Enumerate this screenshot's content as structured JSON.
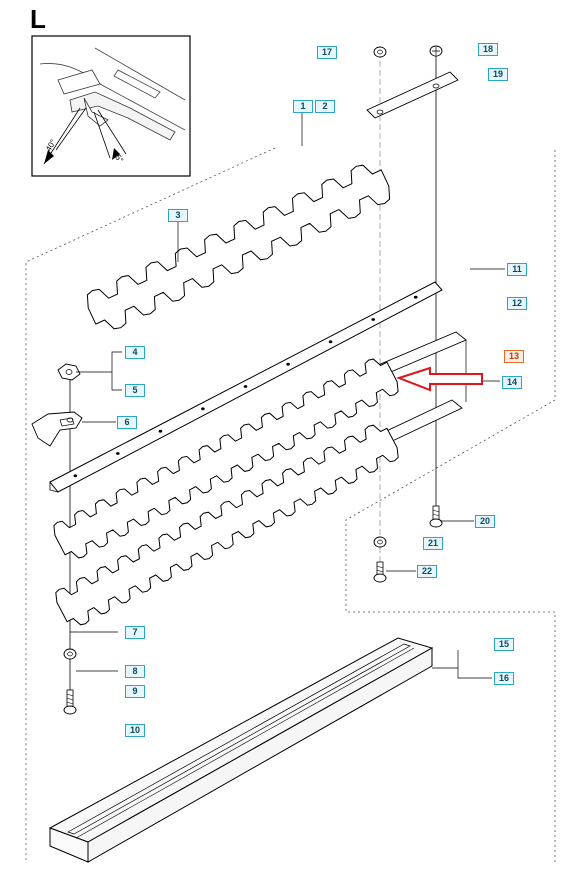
{
  "section": {
    "letter": "L"
  },
  "inset": {
    "angle_a": "40°",
    "angle_b": "45°"
  },
  "callouts": [
    {
      "id": "c1",
      "label": "1"
    },
    {
      "id": "c2",
      "label": "2"
    },
    {
      "id": "c3",
      "label": "3"
    },
    {
      "id": "c4",
      "label": "4"
    },
    {
      "id": "c5",
      "label": "5"
    },
    {
      "id": "c6",
      "label": "6"
    },
    {
      "id": "c7",
      "label": "7"
    },
    {
      "id": "c8",
      "label": "8"
    },
    {
      "id": "c9",
      "label": "9"
    },
    {
      "id": "c10",
      "label": "10"
    },
    {
      "id": "c11",
      "label": "11"
    },
    {
      "id": "c12",
      "label": "12"
    },
    {
      "id": "c13",
      "label": "13",
      "highlight": true
    },
    {
      "id": "c14",
      "label": "14"
    },
    {
      "id": "c15",
      "label": "15"
    },
    {
      "id": "c16",
      "label": "16"
    },
    {
      "id": "c17",
      "label": "17"
    },
    {
      "id": "c18",
      "label": "18"
    },
    {
      "id": "c19",
      "label": "19"
    },
    {
      "id": "c20",
      "label": "20"
    },
    {
      "id": "c21",
      "label": "21"
    },
    {
      "id": "c22",
      "label": "22"
    }
  ],
  "colors": {
    "callout_border": "#2aa6c8",
    "callout_fill": "#e6f6fb",
    "highlight": "#e36b2a",
    "pointer_arrow": "#e0141c"
  }
}
